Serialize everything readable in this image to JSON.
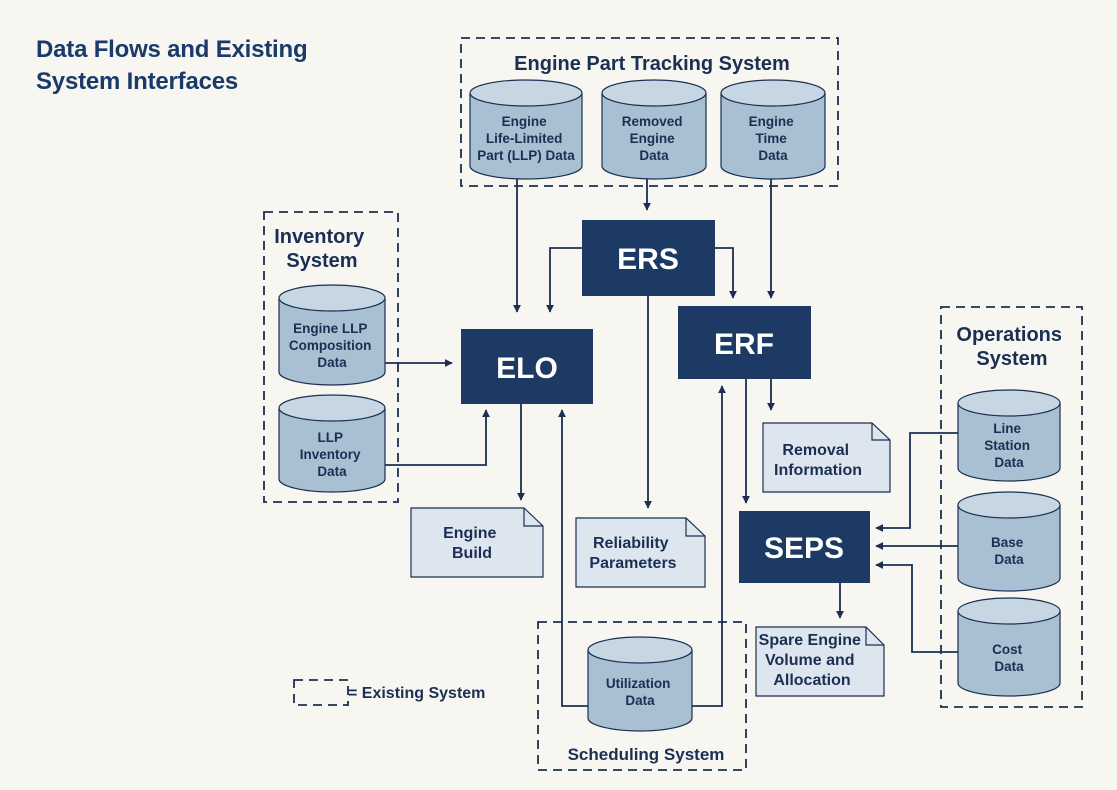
{
  "title": [
    "Data Flows and Existing",
    "System Interfaces"
  ],
  "colors": {
    "navy": "#1a3a6b",
    "process_fill": "#1c3a63",
    "db_body": "#a9bfd2",
    "db_top": "#c7d6e3",
    "doc_fill": "#dde6ef",
    "line": "#1a2f52",
    "background": "#f7f6f1"
  },
  "systems": {
    "engine_part_tracking": "Engine Part Tracking System",
    "inventory": [
      "Inventory",
      "System"
    ],
    "operations": [
      "Operations",
      "System"
    ],
    "scheduling": "Scheduling System"
  },
  "databases": {
    "engine_llp": [
      "Engine",
      "Life-Limited",
      "Part (LLP) Data"
    ],
    "removed_engine": [
      "Removed",
      "Engine",
      "Data"
    ],
    "engine_time": [
      "Engine",
      "Time",
      "Data"
    ],
    "engine_llp_composition": [
      "Engine LLP",
      "Composition",
      "Data"
    ],
    "llp_inventory": [
      "LLP",
      "Inventory",
      "Data"
    ],
    "line_station": [
      "Line",
      "Station",
      "Data"
    ],
    "base": [
      "Base",
      "Data"
    ],
    "cost": [
      "Cost",
      "Data"
    ],
    "utilization": [
      "Utilization",
      "Data"
    ]
  },
  "processes": {
    "ers": "ERS",
    "elo": "ELO",
    "erf": "ERF",
    "seps": "SEPS"
  },
  "documents": {
    "engine_build": [
      "Engine",
      "Build"
    ],
    "reliability": [
      "Reliability",
      "Parameters"
    ],
    "removal": [
      "Removal",
      "Information"
    ],
    "spare_engine": [
      "Spare Engine",
      "Volume and",
      "Allocation"
    ]
  },
  "legend": {
    "label": "= Existing System"
  }
}
